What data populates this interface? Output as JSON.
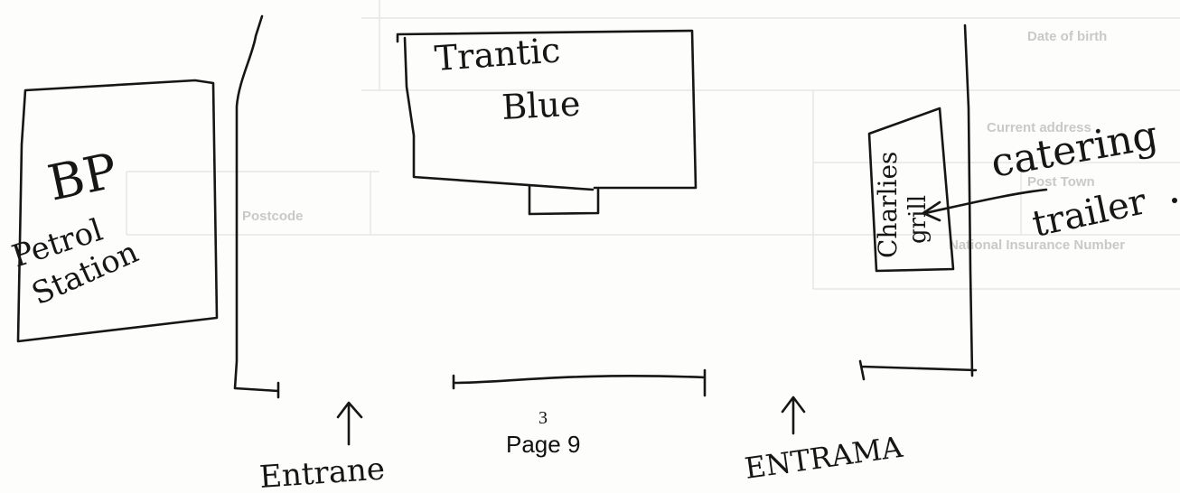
{
  "show_through_form": {
    "date_of_birth": "Date of birth",
    "current_address": "Current address",
    "post_town": "Post Town",
    "postcode": "Postcode",
    "national_insurance": "National Insurance Number"
  },
  "sketch": {
    "petrol_station": {
      "line1": "BP",
      "line2": "Petrol",
      "line3": "Station"
    },
    "shop": {
      "line1": "Trantic",
      "line2": "Blue"
    },
    "trailer_box": {
      "line1": "Charlies",
      "line2": "grill"
    },
    "trailer_label": {
      "line1": "catering",
      "line2": "trailer"
    },
    "entrance_left": "Entrane",
    "entrance_right": "ENTRAMA"
  },
  "footer": {
    "number": "3",
    "page_label": "Page 9"
  }
}
